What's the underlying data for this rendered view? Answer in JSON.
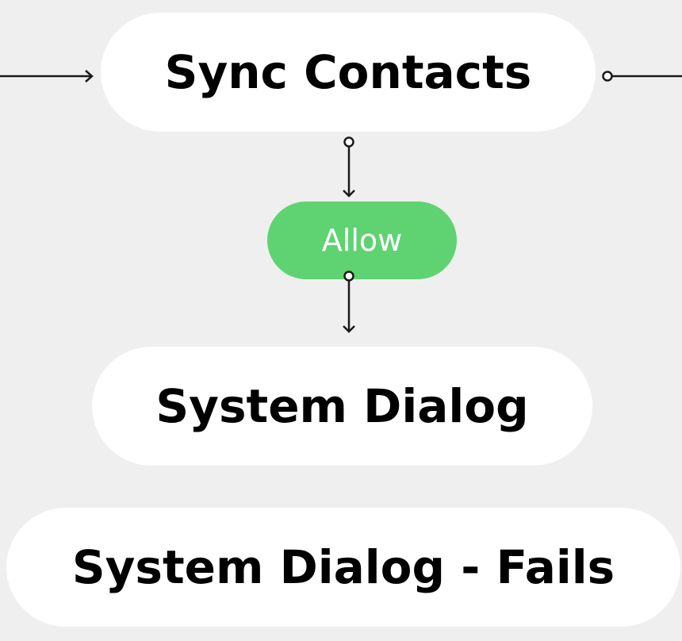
{
  "nodes": {
    "sync_contacts": "Sync Contacts",
    "system_dialog": "System Dialog",
    "system_dialog_fails": "System Dialog - Fails"
  },
  "edge_labels": {
    "allow": "Allow"
  },
  "colors": {
    "background": "#efefef",
    "node_fill": "#ffffff",
    "allow_fill": "#5fd372",
    "line": "#1a1a1a"
  }
}
